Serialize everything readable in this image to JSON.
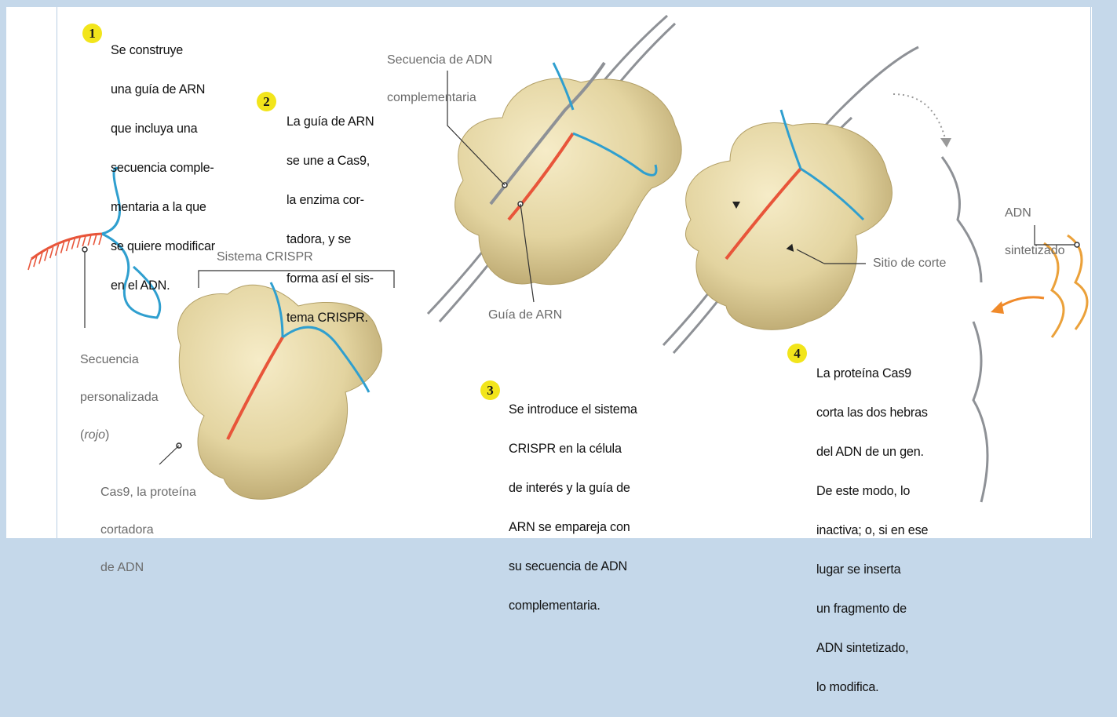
{
  "steps": [
    {
      "number": "1",
      "lines": [
        "Se construye",
        "una guía de ARN",
        "que incluya una",
        "secuencia comple-",
        "mentaria a la que",
        "se quiere modificar",
        "en el ADN."
      ]
    },
    {
      "number": "2",
      "lines": [
        "La guía de ARN",
        "se une a Cas9,",
        "la enzima cor-",
        "tadora, y se",
        "forma así el sis-",
        "tema CRISPR."
      ]
    },
    {
      "number": "3",
      "lines": [
        "Se introduce el sistema",
        "CRISPR en la célula",
        "de interés y la guía de",
        "ARN se empareja con",
        "su secuencia de ADN",
        "complementaria."
      ]
    },
    {
      "number": "4",
      "lines": [
        "La proteína Cas9",
        "corta las dos hebras",
        "del ADN de un gen.",
        "De este modo, lo",
        "inactiva; o, si en ese",
        "lugar se inserta",
        "un fragmento de",
        "ADN sintetizado,",
        "lo modifica."
      ]
    }
  ],
  "labels": {
    "secuencia_personalizada": [
      "Secuencia",
      "personalizada"
    ],
    "rojo_paren_open": "(",
    "rojo": "rojo",
    "rojo_paren_close": ")",
    "cas9_protein": [
      "Cas9, la proteína",
      "cortadora",
      "de ADN"
    ],
    "sistema_crispr": "Sistema CRISPR",
    "secuencia_adn_complementaria": [
      "Secuencia de ADN",
      "complementaria"
    ],
    "guia_de_arn": "Guía de ARN",
    "sitio_de_corte": "Sitio de corte",
    "adn_sintetizado": [
      "ADN",
      "sintetizado"
    ]
  },
  "colors": {
    "background": "#c5d8ea",
    "panel": "#ffffff",
    "badge": "#f2e51b",
    "protein": "#e3d4a0",
    "rna_guide": "#e8553a",
    "rna_blue": "#2f9fcf",
    "dna_gray": "#8e9196",
    "dna_synthetic": "#eba13a",
    "arrow_orange": "#f08a2a"
  }
}
